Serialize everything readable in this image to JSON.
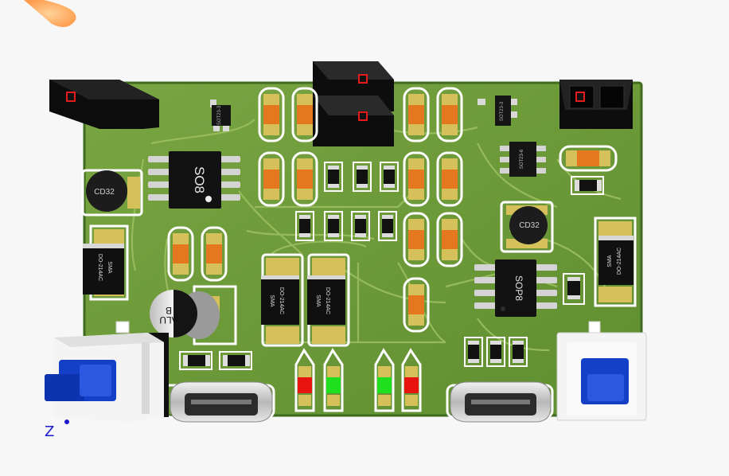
{
  "viewer": {
    "axis_label": "Z"
  },
  "colors": {
    "background": "#f7f7f7",
    "board": "#6d9a3a",
    "board_edge": "#3f6b1f",
    "trace": "#8fb35a",
    "pad": "#d6c05a",
    "silk": "#ffffff",
    "led_red": "#e8140f",
    "led_green": "#1fe01f",
    "switch_blue": "#1440c8"
  },
  "labels": {
    "sot23_left": "SOT23-3",
    "sot23_right": "SOT23-3",
    "sot23_6": "SOT23-6",
    "so8": "SO8",
    "sop8": "SOP8",
    "cd32_left": "CD32",
    "cd32_right": "CD32",
    "cap_line1": "ALU",
    "cap_line2": "B",
    "diode_sma": "SMA",
    "diode_pkg": "DO-214AC"
  },
  "components": {
    "leds": [
      "red",
      "green",
      "green",
      "red"
    ],
    "connectors": [
      "header-left",
      "header-top-1",
      "header-top-2",
      "header-right",
      "micro-usb-left",
      "micro-usb-right"
    ],
    "switches": [
      "switch-left",
      "switch-right"
    ]
  }
}
